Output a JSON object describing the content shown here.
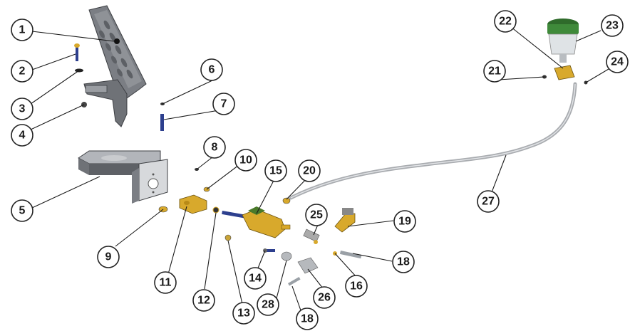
{
  "diagram": {
    "type": "exploded-parts-diagram",
    "colors": {
      "pedal_gray": "#7b7e84",
      "bracket_gray": "#8e9196",
      "brass": "#d8a92c",
      "hose_gray": "#a9acb0",
      "reservoir_green": "#3f8a3a",
      "reservoir_body": "#dfe3e6",
      "fastener_blue": "#2d3f8e",
      "outline": "#222222"
    },
    "callouts": [
      {
        "id": "c1",
        "label": "1"
      },
      {
        "id": "c2",
        "label": "2"
      },
      {
        "id": "c3",
        "label": "3"
      },
      {
        "id": "c4",
        "label": "4"
      },
      {
        "id": "c5",
        "label": "5"
      },
      {
        "id": "c6",
        "label": "6"
      },
      {
        "id": "c7",
        "label": "7"
      },
      {
        "id": "c8",
        "label": "8"
      },
      {
        "id": "c9",
        "label": "9"
      },
      {
        "id": "c10",
        "label": "10"
      },
      {
        "id": "c11",
        "label": "11"
      },
      {
        "id": "c12",
        "label": "12"
      },
      {
        "id": "c13",
        "label": "13"
      },
      {
        "id": "c14",
        "label": "14"
      },
      {
        "id": "c15",
        "label": "15"
      },
      {
        "id": "c16",
        "label": "16"
      },
      {
        "id": "c17",
        "label": "18"
      },
      {
        "id": "c18",
        "label": "18"
      },
      {
        "id": "c19",
        "label": "19"
      },
      {
        "id": "c20",
        "label": "20"
      },
      {
        "id": "c21",
        "label": "21"
      },
      {
        "id": "c22",
        "label": "22"
      },
      {
        "id": "c23",
        "label": "23"
      },
      {
        "id": "c24",
        "label": "24"
      },
      {
        "id": "c25",
        "label": "25"
      },
      {
        "id": "c26",
        "label": "26"
      },
      {
        "id": "c27",
        "label": "27"
      },
      {
        "id": "c28",
        "label": "28"
      }
    ]
  }
}
